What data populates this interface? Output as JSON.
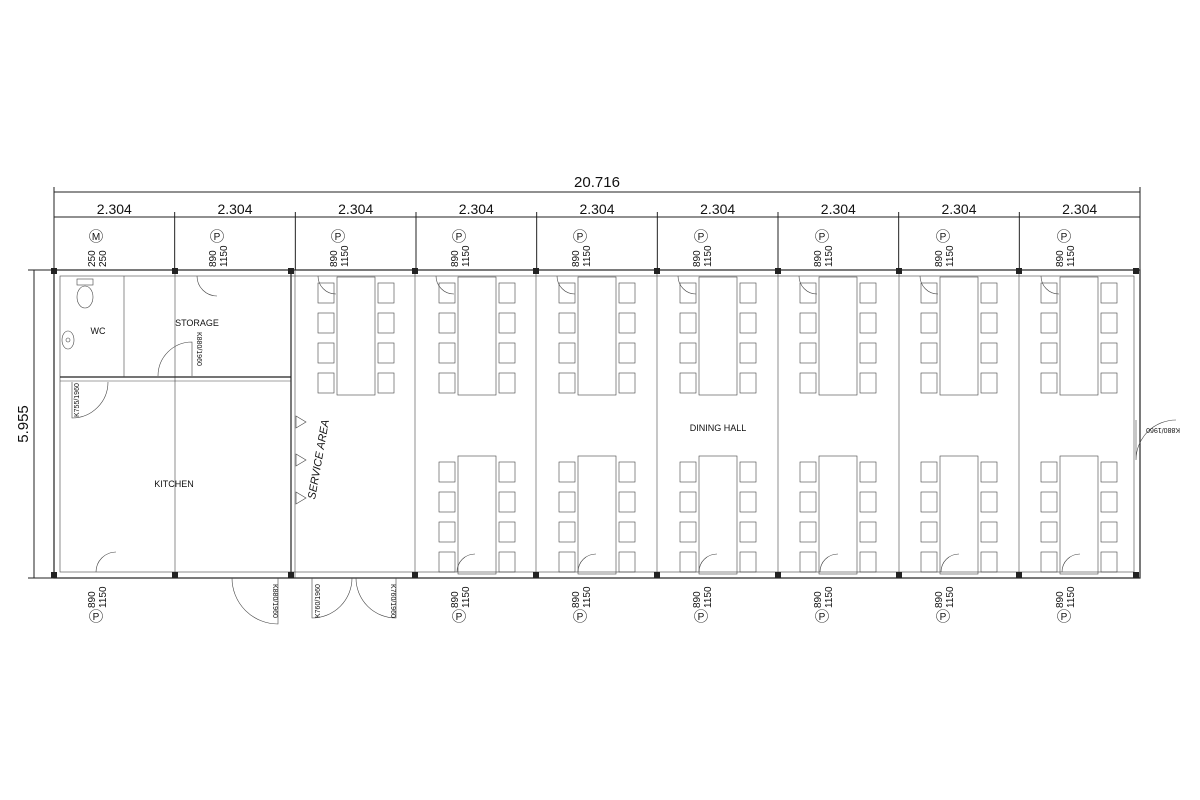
{
  "overall": {
    "width": "20.716",
    "depth": "5.955"
  },
  "modules": [
    "2.304",
    "2.304",
    "2.304",
    "2.304",
    "2.304",
    "2.304",
    "2.304",
    "2.304",
    "2.304"
  ],
  "rooms": {
    "wc": "WC",
    "storage": "STORAGE",
    "kitchen": "KITCHEN",
    "service": "SERVICE AREA",
    "dining": "DINING HALL"
  },
  "top_windows": [
    {
      "symbol": "M",
      "sill": "250",
      "height": "250"
    },
    {
      "symbol": "P",
      "sill": "890",
      "height": "1150"
    },
    {
      "symbol": "P",
      "sill": "890",
      "height": "1150"
    },
    {
      "symbol": "P",
      "sill": "890",
      "height": "1150"
    },
    {
      "symbol": "P",
      "sill": "890",
      "height": "1150"
    },
    {
      "symbol": "P",
      "sill": "890",
      "height": "1150"
    },
    {
      "symbol": "P",
      "sill": "890",
      "height": "1150"
    },
    {
      "symbol": "P",
      "sill": "890",
      "height": "1150"
    },
    {
      "symbol": "P",
      "sill": "890",
      "height": "1150"
    }
  ],
  "bottom_windows": [
    {
      "symbol": "P",
      "sill": "890",
      "height": "1150"
    },
    {
      "symbol": "P",
      "sill": "890",
      "height": "1150"
    },
    {
      "symbol": "P",
      "sill": "890",
      "height": "1150"
    },
    {
      "symbol": "P",
      "sill": "890",
      "height": "1150"
    },
    {
      "symbol": "P",
      "sill": "890",
      "height": "1150"
    },
    {
      "symbol": "P",
      "sill": "890",
      "height": "1150"
    },
    {
      "symbol": "P",
      "sill": "890",
      "height": "1150"
    }
  ],
  "doors": {
    "wc": "K755/1960",
    "storage": "K880/1960",
    "kitchen_exit": "K880/1960",
    "service_left": "K760/1960",
    "service_right": "K760/1960",
    "hall_side": "K880/1960"
  }
}
